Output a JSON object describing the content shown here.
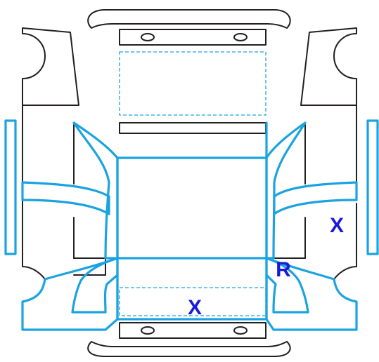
{
  "colors": {
    "outline": "#231f20",
    "panel": "#1aa3e0",
    "mark": "#1a1adb"
  },
  "marks": {
    "right_side": "X",
    "rear": "X",
    "right_rear_door": "R"
  }
}
